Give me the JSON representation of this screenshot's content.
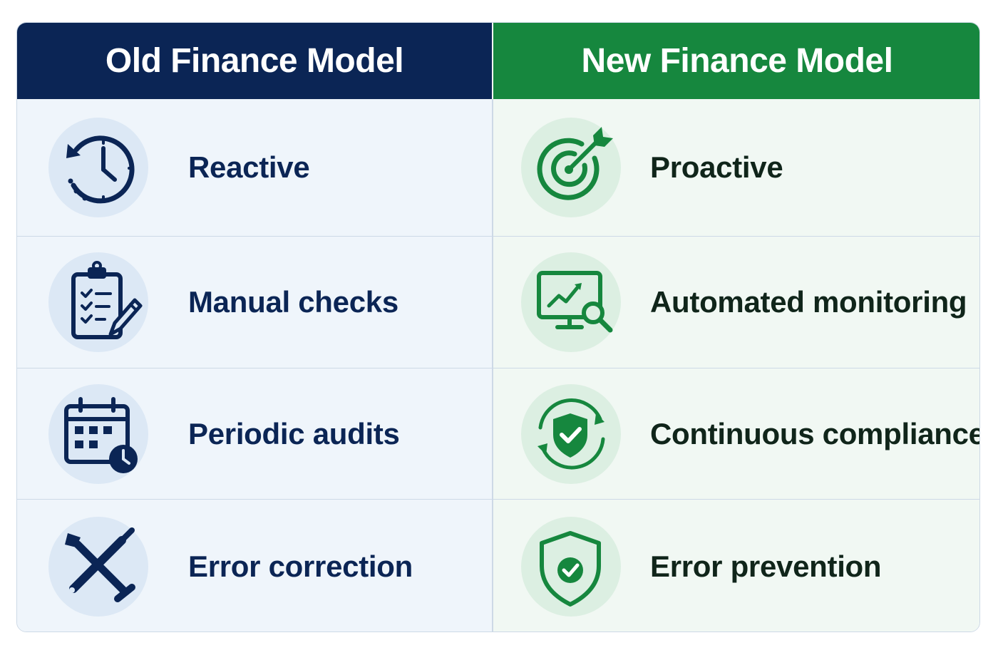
{
  "colors": {
    "old_header": "#0b2555",
    "new_header": "#16873e",
    "old_cell": "#eff5fb",
    "new_cell": "#f1f8f3",
    "old_icon": "#0b2555",
    "new_icon": "#16873e"
  },
  "headers": {
    "old": "Old Finance Model",
    "new": "New Finance Model"
  },
  "rows": [
    {
      "old": {
        "label": "Reactive",
        "icon": "clock-history-icon"
      },
      "new": {
        "label": "Proactive",
        "icon": "target-arrow-icon"
      }
    },
    {
      "old": {
        "label": "Manual checks",
        "icon": "clipboard-checklist-pencil-icon"
      },
      "new": {
        "label": "Automated monitoring",
        "icon": "monitor-chart-search-icon"
      }
    },
    {
      "old": {
        "label": "Periodic audits",
        "icon": "calendar-clock-icon"
      },
      "new": {
        "label": "Continuous compliance",
        "icon": "shield-check-cycle-icon"
      }
    },
    {
      "old": {
        "label": "Error correction",
        "icon": "wrench-screwdriver-icon"
      },
      "new": {
        "label": "Error prevention",
        "icon": "shield-check-icon"
      }
    }
  ]
}
